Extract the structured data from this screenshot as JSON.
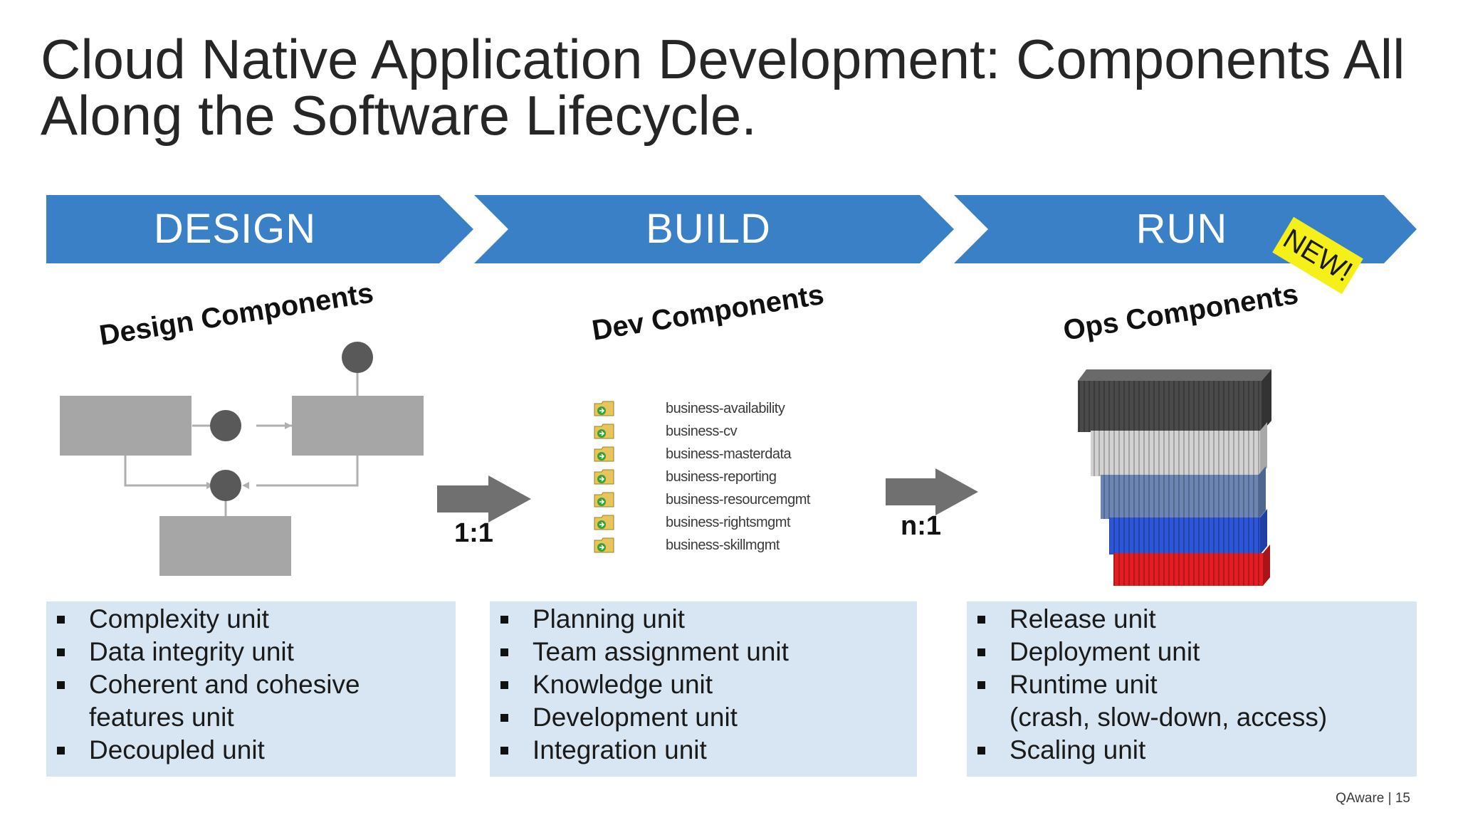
{
  "title": "Cloud Native Application Development: Components All Along the Software Lifecycle.",
  "phases": {
    "design": "DESIGN",
    "build": "BUILD",
    "run": "RUN"
  },
  "new_badge": "NEW!",
  "headings": {
    "design": "Design Components",
    "dev": "Dev Components",
    "ops": "Ops Components"
  },
  "ratios": {
    "design_to_dev": "1:1",
    "dev_to_ops": "n:1"
  },
  "dev_modules": [
    "business-availability",
    "business-cv",
    "business-masterdata",
    "business-reporting",
    "business-resourcemgmt",
    "business-rightsmgmt",
    "business-skillmgmt"
  ],
  "lists": {
    "design": [
      "Complexity unit",
      "Data integrity unit",
      "Coherent and cohesive",
      "features unit",
      "Decoupled unit"
    ],
    "build": [
      "Planning unit",
      "Team assignment unit",
      "Knowledge unit",
      "Development unit",
      "Integration unit"
    ],
    "run": [
      "Release unit",
      "Deployment unit",
      "Runtime unit",
      "(crash, slow-down, access)",
      "Scaling unit"
    ]
  },
  "footer": {
    "brand": "QAware",
    "page": "15"
  },
  "colors": {
    "chevron_blue": "#3a80c6",
    "box_blue": "#d8e6f3",
    "badge_yellow": "#f5ef1a",
    "diagram_gray": "#a6a6a6",
    "container_colors": [
      "#4a4a4a",
      "#d2d2d2",
      "#6b86b4",
      "#2c55d8",
      "#e41d22"
    ]
  }
}
